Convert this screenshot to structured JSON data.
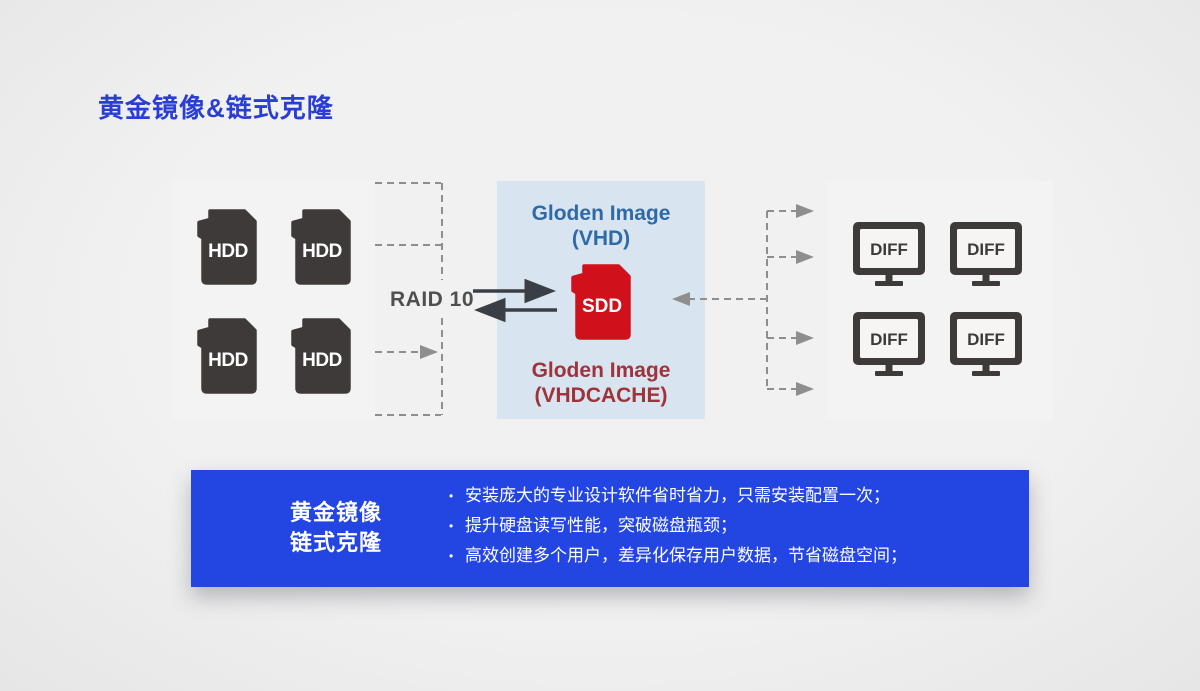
{
  "page": {
    "title": "黄金镜像&链式克隆"
  },
  "diagram": {
    "left_panel": {
      "disks": [
        {
          "label": "HDD"
        },
        {
          "label": "HDD"
        },
        {
          "label": "HDD"
        },
        {
          "label": "HDD"
        }
      ]
    },
    "raid_label": "RAID 10",
    "center_panel": {
      "top_title_line1": "Gloden Image",
      "top_title_line2": "(VHD)",
      "card_label": "SDD",
      "bottom_title_line1": "Gloden Image",
      "bottom_title_line2": "(VHDCACHE)"
    },
    "right_panel": {
      "machines": [
        {
          "label": "DIFF"
        },
        {
          "label": "DIFF"
        },
        {
          "label": "DIFF"
        },
        {
          "label": "DIFF"
        }
      ]
    }
  },
  "banner": {
    "heading_line1": "黄金镜像",
    "heading_line2": "链式克隆",
    "bullets": [
      "安装庞大的专业设计软件省时省力，只需安装配置一次；",
      "提升硬盘读写性能，突破磁盘瓶颈；",
      "高效创建多个用户，差异化保存用户数据，节省磁盘空间；"
    ]
  },
  "colors": {
    "title_blue": "#2a3ed6",
    "banner_blue": "#2346e3",
    "center_panel_blue": "#d9e4f1",
    "gray_panel": "#f4f3f3",
    "icon_charcoal": "#3e3a39",
    "sdd_red": "#d0111b",
    "steel_blue_text": "#2e6ba6",
    "dark_red_text": "#9e333a",
    "dash_gray": "#8e8e8e",
    "arrow_dark": "#3a3f45"
  }
}
